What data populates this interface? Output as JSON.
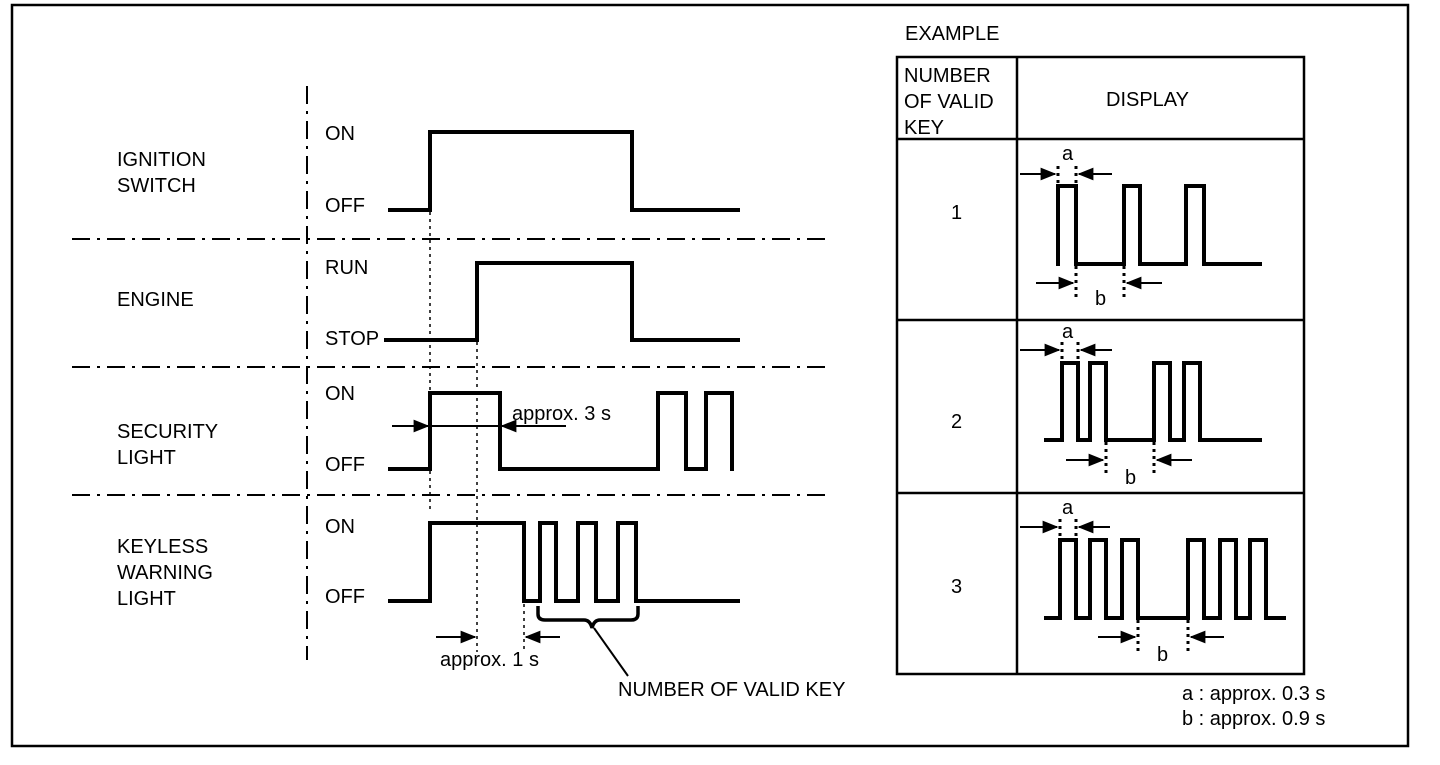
{
  "timing": {
    "rows": [
      {
        "label_lines": [
          "IGNITION",
          "SWITCH"
        ],
        "high": "ON",
        "low": "OFF"
      },
      {
        "label_lines": [
          "ENGINE"
        ],
        "high": "RUN",
        "low": "STOP"
      },
      {
        "label_lines": [
          "SECURITY",
          "LIGHT"
        ],
        "high": "ON",
        "low": "OFF"
      },
      {
        "label_lines": [
          "KEYLESS",
          "WARNING",
          "LIGHT"
        ],
        "high": "ON",
        "low": "OFF"
      }
    ],
    "security_interval": "approx. 3 s",
    "keyless_interval": "approx. 1 s",
    "brace_label": "NUMBER OF VALID KEY"
  },
  "example": {
    "title": "EXAMPLE",
    "header_col1": [
      "NUMBER",
      "OF VALID",
      "KEY"
    ],
    "header_col2": "DISPLAY",
    "rows": [
      {
        "number": "1",
        "a_label": "a",
        "b_label": "b"
      },
      {
        "number": "2",
        "a_label": "a",
        "b_label": "b"
      },
      {
        "number": "3",
        "a_label": "a",
        "b_label": "b"
      }
    ],
    "legend": [
      "a : approx. 0.3 s",
      "b : approx. 0.9 s"
    ]
  }
}
